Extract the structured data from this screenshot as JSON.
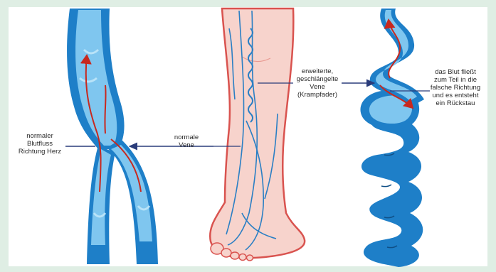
{
  "labels": {
    "normal_flow": "normaler\nBlutfluss\nRichtung Herz",
    "normal_vein": "normale\nVene",
    "varicose_vein": "erweiterte,\ngeschlängelte\nVene\n(Krampfader)",
    "reflux": "das Blut fließt\nzum Teil in die\nfalsche Richtung\nund es entsteht\nein Rückstau"
  },
  "colors": {
    "vein_dark": "#1e7fc8",
    "vein_light": "#7fc6ef",
    "vein_inner": "#b9e3f8",
    "blood_arrow": "#c8281e",
    "leg_fill": "#f7d3cc",
    "leg_outline": "#d9534f",
    "pointer": "#2a3c7a",
    "background": "#dfeee4"
  }
}
